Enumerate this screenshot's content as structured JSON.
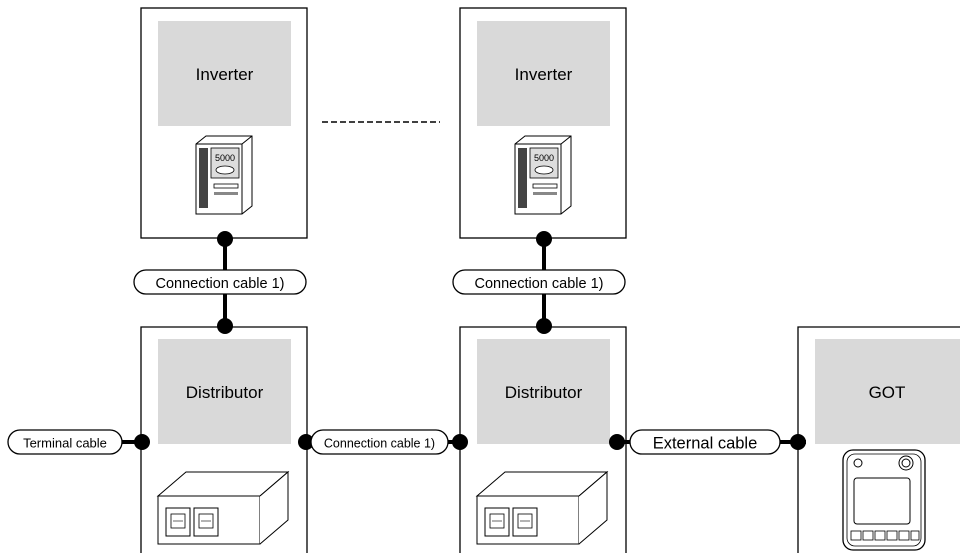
{
  "inverters": [
    {
      "label": "Inverter",
      "display": "5000"
    },
    {
      "label": "Inverter",
      "display": "5000"
    }
  ],
  "distributors": [
    {
      "label": "Distributor"
    },
    {
      "label": "Distributor"
    }
  ],
  "got": {
    "label": "GOT"
  },
  "cables": {
    "inverter_link_1": "Connection cable 1)",
    "inverter_link_2": "Connection cable 1)",
    "terminal": "Terminal cable",
    "distributor_link": "Connection cable 1)",
    "external": "External cable"
  },
  "colors": {
    "box_fill": "#d9d9d9",
    "stroke": "#000000",
    "background": "#ffffff"
  }
}
